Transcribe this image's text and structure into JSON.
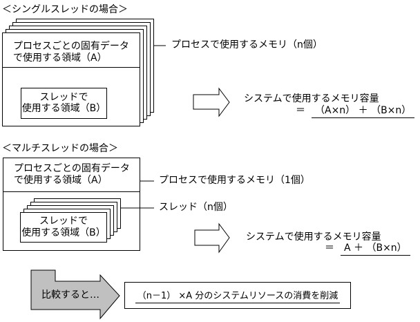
{
  "single": {
    "title": "＜シングルスレッドの場合＞",
    "process_box": {
      "area_a_line1": "プロセスごとの固有データ",
      "area_a_line2": "で使用する領域（A）",
      "area_b_line1": "スレッドで",
      "area_b_line2": "使用する領域（B）"
    },
    "memory_label": "プロセスで使用するメモリ（n個）",
    "formula": {
      "title": "システムで使用するメモリ容量",
      "equals": "＝",
      "value": "（A×n） ＋ （B×n）"
    }
  },
  "multi": {
    "title": "＜マルチスレッドの場合＞",
    "process_box": {
      "area_a_line1": "プロセスごとの固有データ",
      "area_a_line2": "で使用する領域（A）",
      "area_b_line1": "スレッドで",
      "area_b_line2": "使用する領域（B）"
    },
    "memory_label": "プロセスで使用するメモリ（1個）",
    "thread_label": "スレッド（n個）",
    "formula": {
      "title": "システムで使用するメモリ容量",
      "equals": "＝",
      "value": "A ＋ （B×n）"
    }
  },
  "comparison": {
    "arrow_label": "比較すると…",
    "result": "（n－1） ×A 分のシステムリソースの消費を削減"
  },
  "colors": {
    "background": "#ffffff",
    "line": "#000000",
    "compare_arrow_fill": "#c0c0c0"
  }
}
